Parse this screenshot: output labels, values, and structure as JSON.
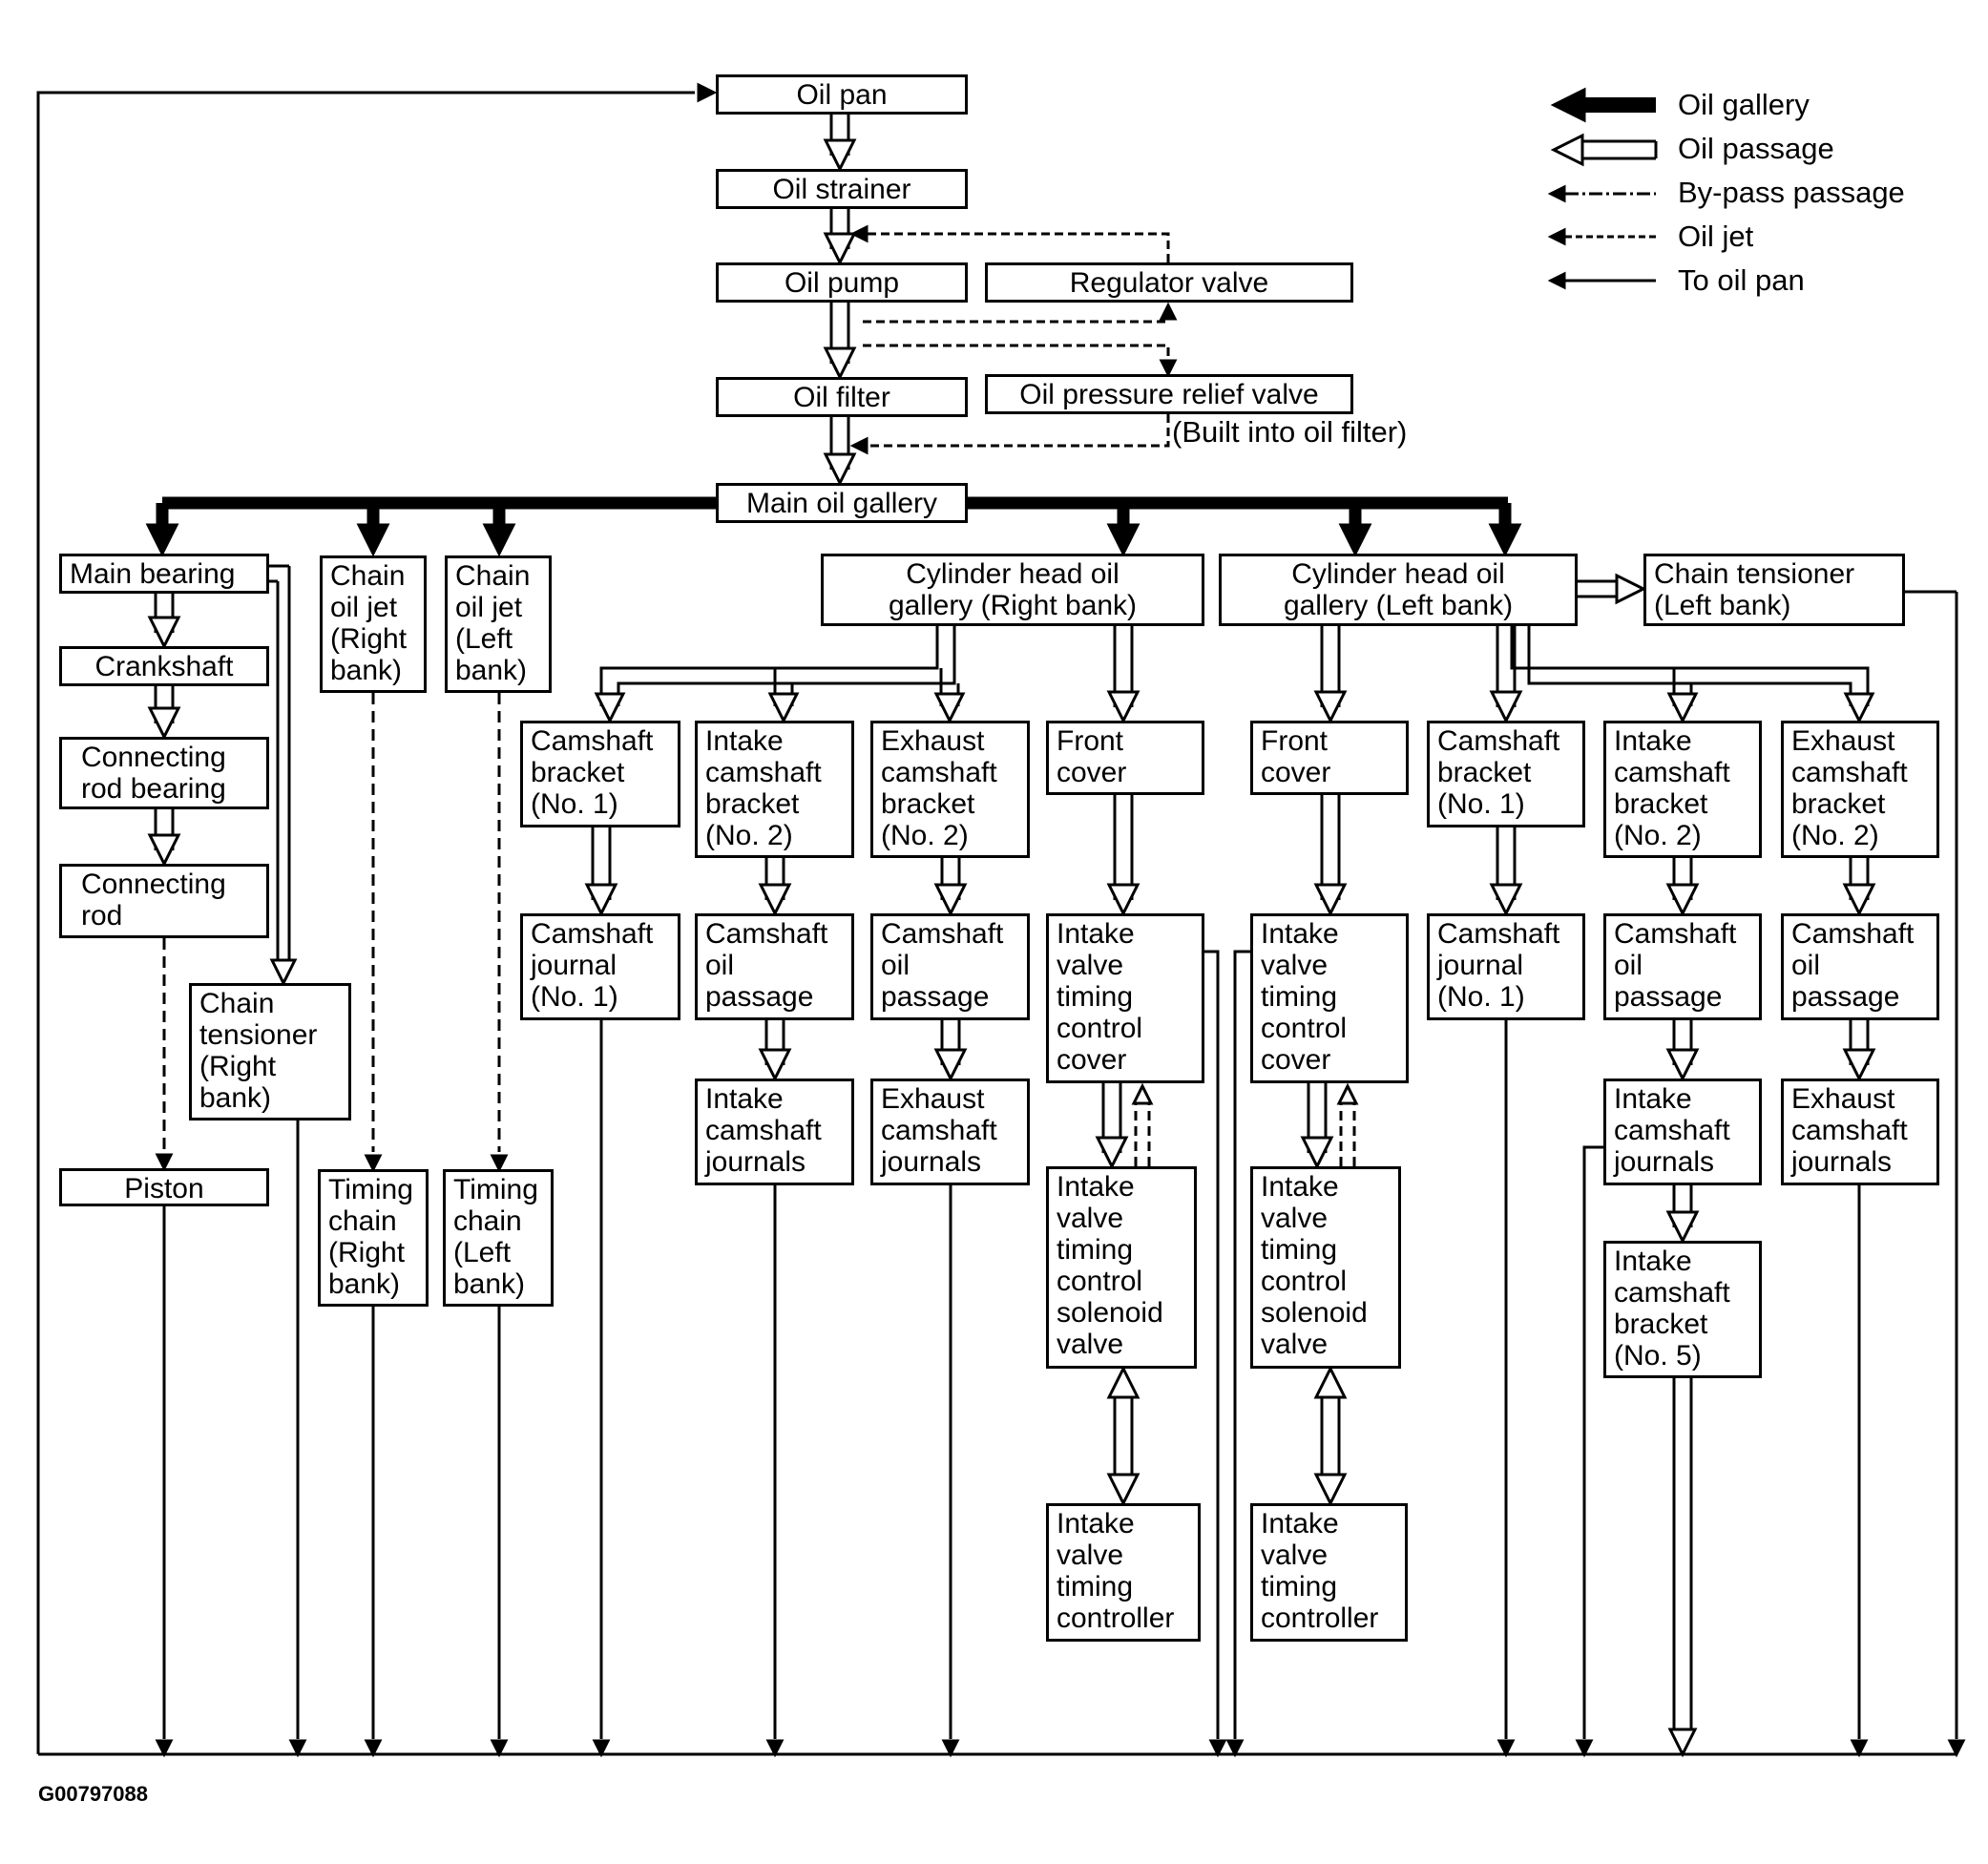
{
  "legend": {
    "oil_gallery": "Oil gallery",
    "oil_passage": "Oil passage",
    "bypass_passage": "By-pass passage",
    "oil_jet": "Oil jet",
    "to_oil_pan": "To oil pan"
  },
  "note_filter": "(Built into oil filter)",
  "figure_code": "G00797088",
  "nodes": {
    "oil_pan": "Oil pan",
    "oil_strainer": "Oil strainer",
    "oil_pump": "Oil pump",
    "regulator_valve": "Regulator valve",
    "oil_filter": "Oil filter",
    "relief_valve": "Oil pressure relief valve",
    "main_gallery": "Main oil gallery",
    "main_bearing": "Main bearing",
    "crankshaft": "Crankshaft",
    "conrod_bearing": "Connecting\nrod bearing",
    "conrod": "Connecting\nrod",
    "piston": "Piston",
    "chain_tensioner_right": "Chain\ntensioner\n(Right\nbank)",
    "chain_jet_right": "Chain\noil jet\n(Right\nbank)",
    "chain_jet_left": "Chain\noil jet\n(Left\nbank)",
    "timing_chain_right": "Timing\nchain\n(Right\nbank)",
    "timing_chain_left": "Timing\nchain\n(Left\nbank)",
    "cyl_head_right": "Cylinder head oil\ngallery (Right bank)",
    "cyl_head_left": "Cylinder head oil\ngallery (Left bank)",
    "chain_tensioner_left": "Chain tensioner\n(Left bank)",
    "r_cam_bracket": "Camshaft\nbracket\n(No. 1)",
    "r_intake_bracket": "Intake\ncamshaft\nbracket\n(No. 2)",
    "r_exhaust_bracket": "Exhaust\ncamshaft\nbracket\n(No. 2)",
    "r_front_cover": "Front\ncover",
    "r_cam_journal": "Camshaft\njournal\n(No. 1)",
    "r_cam_oil_passage_int": "Camshaft\noil\npassage",
    "r_cam_oil_passage_exh": "Camshaft\noil\npassage",
    "r_intake_journals": "Intake\ncamshaft\njournals",
    "r_exhaust_journals": "Exhaust\ncamshaft\njournals",
    "r_ivt_cover": "Intake\nvalve\ntiming\ncontrol\ncover",
    "r_ivt_solenoid": "Intake\nvalve\ntiming\ncontrol\nsolenoid\nvalve",
    "r_ivt_controller": "Intake\nvalve\ntiming\ncontroller",
    "l_front_cover": "Front\ncover",
    "l_ivt_cover": "Intake\nvalve\ntiming\ncontrol\ncover",
    "l_ivt_solenoid": "Intake\nvalve\ntiming\ncontrol\nsolenoid\nvalve",
    "l_ivt_controller": "Intake\nvalve\ntiming\ncontroller",
    "l_cam_bracket": "Camshaft\nbracket\n(No. 1)",
    "l_cam_journal": "Camshaft\njournal\n(No. 1)",
    "l_intake_bracket": "Intake\ncamshaft\nbracket\n(No. 2)",
    "l_cam_oil_passage_int": "Camshaft\noil\npassage",
    "l_intake_journals": "Intake\ncamshaft\njournals",
    "l_intake_bracket5": "Intake\ncamshaft\nbracket\n(No. 5)",
    "l_exhaust_bracket": "Exhaust\ncamshaft\nbracket\n(No. 2)",
    "l_cam_oil_passage_exh": "Camshaft\noil\npassage",
    "l_exhaust_journals": "Exhaust\ncamshaft\njournals"
  }
}
